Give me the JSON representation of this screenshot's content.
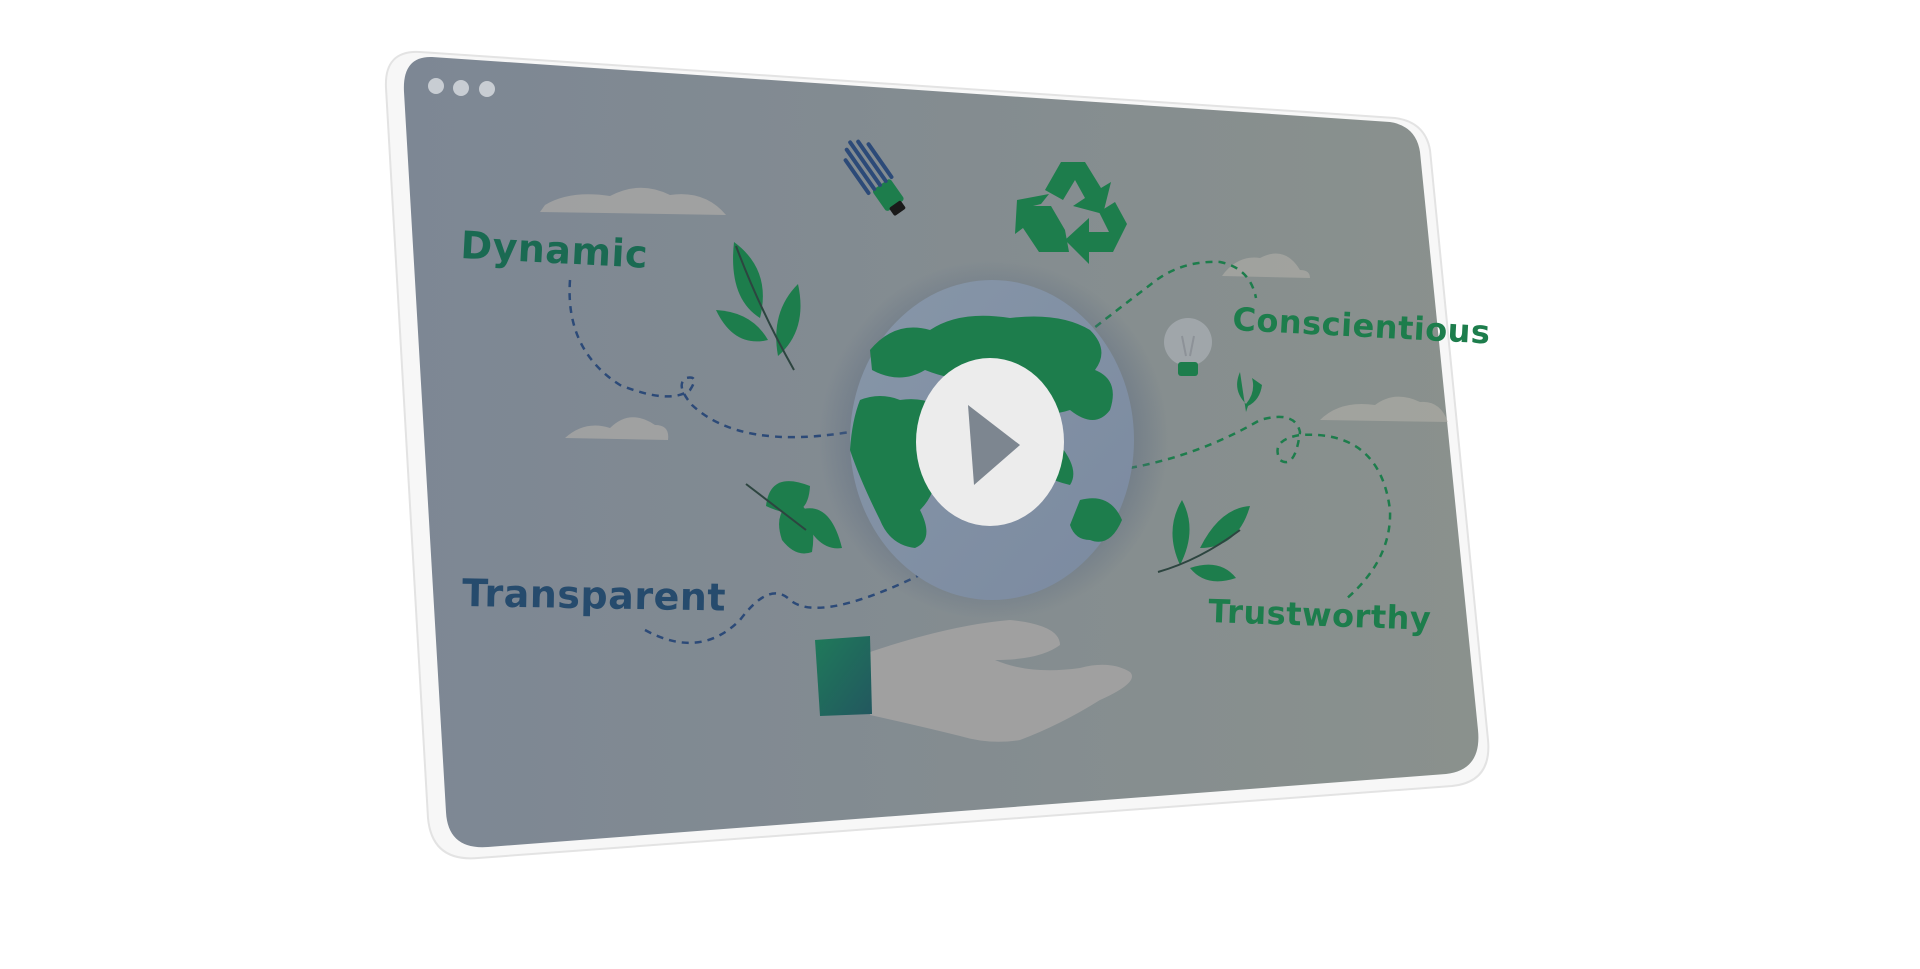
{
  "video": {
    "labels": {
      "dynamic": "Dynamic",
      "conscientious": "Conscientious",
      "transparent": "Transparent",
      "trustworthy": "Trustworthy"
    },
    "icons": [
      "window-dots-icon",
      "lightbulb-icon",
      "recycle-icon",
      "globe-icon",
      "play-icon",
      "leaf-icon",
      "hand-icon",
      "cloud-icon"
    ],
    "colors": {
      "overlay": "#7f8891",
      "green": "#1d7d4c",
      "dark_green": "#1a6a52",
      "navy": "#264b6d",
      "cloud": "#b9b5ad",
      "play_circle": "#ececec",
      "play_triangle": "#7d8690",
      "hand": "#a0a0a0",
      "cuff": "#206b5a"
    }
  }
}
